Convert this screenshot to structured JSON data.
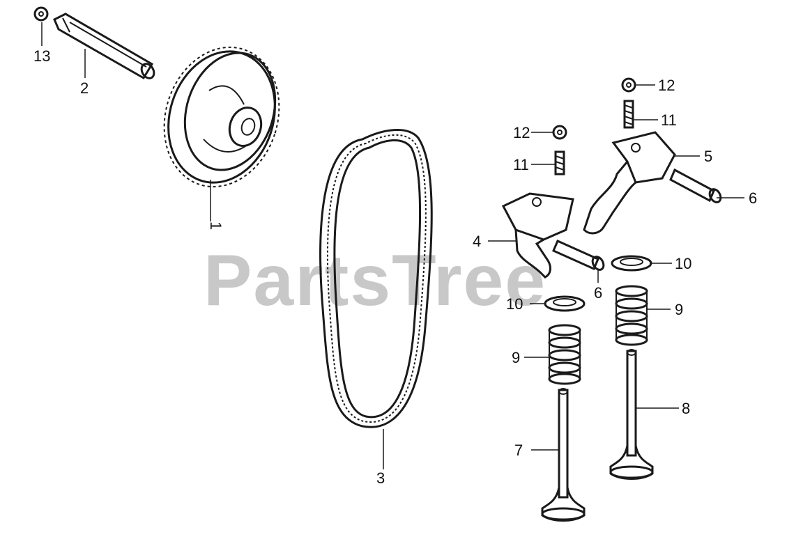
{
  "watermark": "PartsTree",
  "colors": {
    "ink": "#1a1a1a",
    "watermark": "#c8c8c8",
    "background": "#ffffff"
  },
  "labels": {
    "p1": "1",
    "p2": "2",
    "p3": "3",
    "p4": "4",
    "p5": "5",
    "p6a": "6",
    "p6b": "6",
    "p7": "7",
    "p8": "8",
    "p9a": "9",
    "p9b": "9",
    "p10a": "10",
    "p10b": "10",
    "p11a": "11",
    "p11b": "11",
    "p12a": "12",
    "p12b": "12",
    "p13": "13"
  }
}
